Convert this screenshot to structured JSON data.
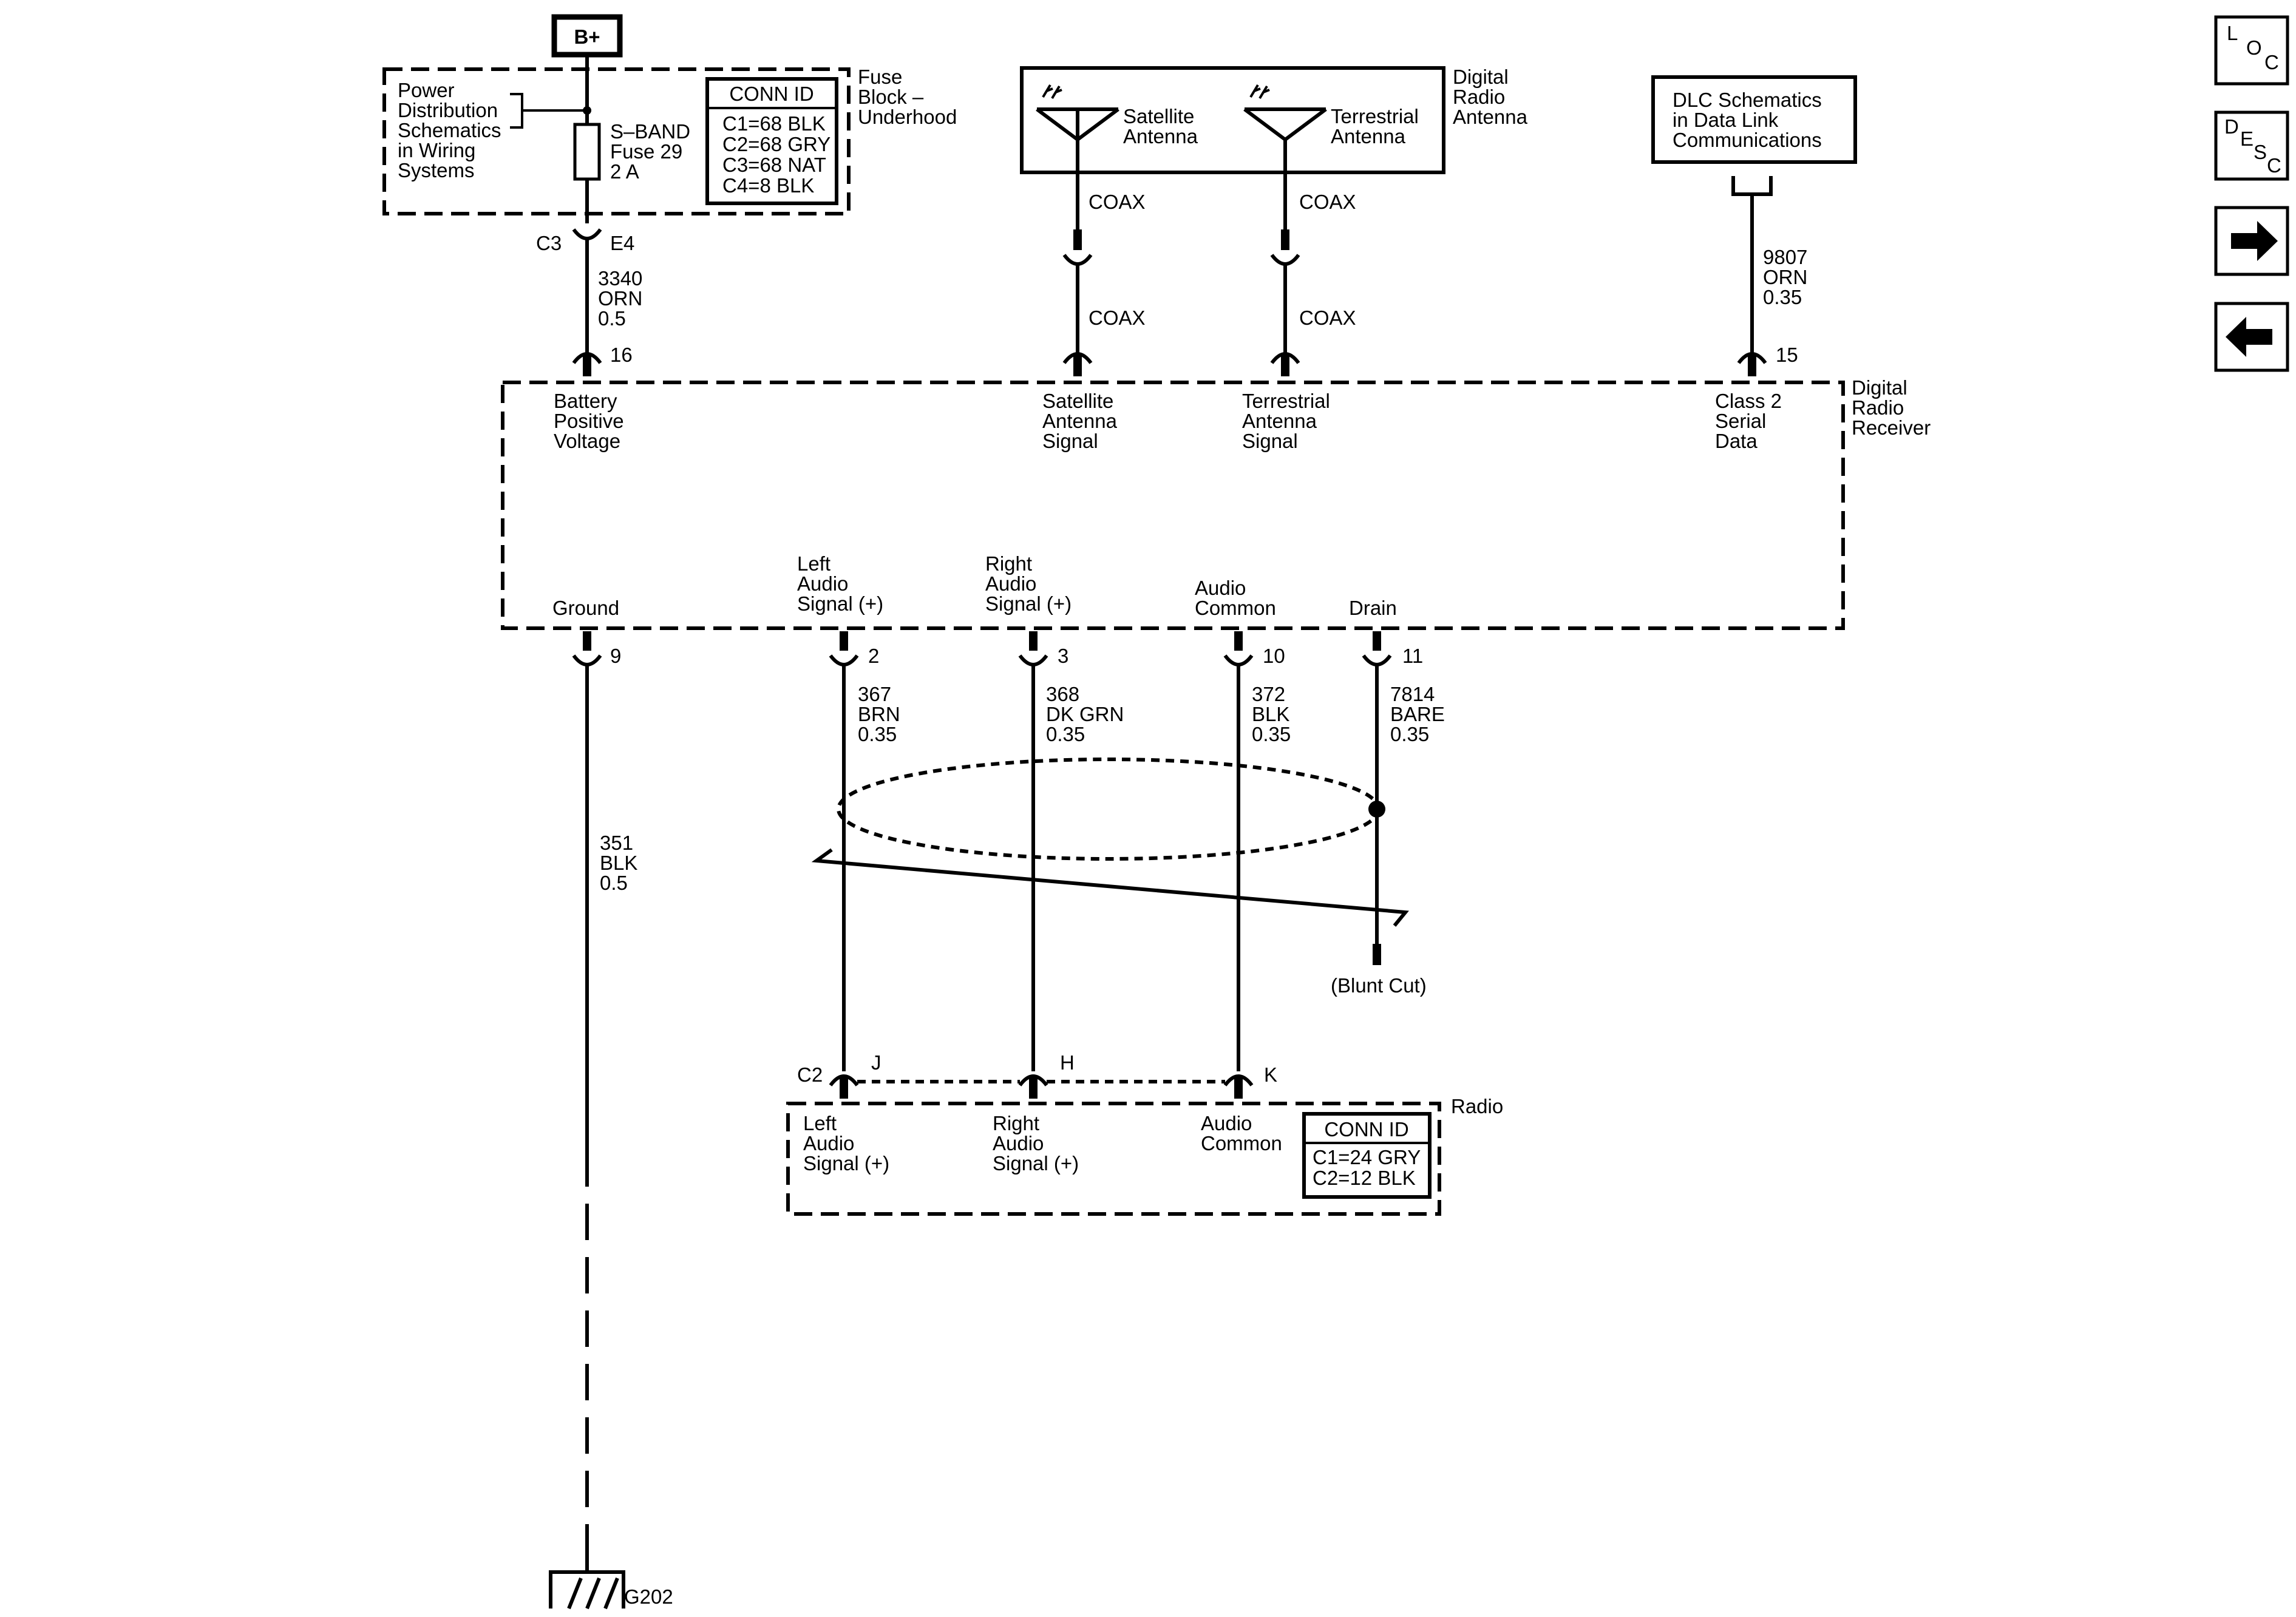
{
  "power": {
    "bplus": "B+",
    "dist_lines": [
      "Power",
      "Distribution",
      "Schematics",
      "in Wiring",
      "Systems"
    ],
    "fuse_lines": [
      "S–BAND",
      "Fuse 29",
      "2 A"
    ],
    "fuse_block_lines": [
      "Fuse",
      "Block –",
      "Underhood"
    ],
    "conn_title": "CONN ID",
    "conn_rows": [
      "C1=68 BLK",
      "C2=68 GRY",
      "C3=68 NAT",
      "C4=8 BLK"
    ],
    "conn_c3": "C3",
    "conn_e4": "E4",
    "wire_lines": [
      "3340",
      "ORN",
      "0.5"
    ]
  },
  "antenna": {
    "label_lines": [
      "Digital",
      "Radio",
      "Antenna"
    ],
    "satellite_lines": [
      "Satellite",
      "Antenna"
    ],
    "terrestrial_lines": [
      "Terrestrial",
      "Antenna"
    ],
    "coax": "COAX"
  },
  "dlc": {
    "box_lines": [
      "DLC Schematics",
      "in Data Link",
      "Communications"
    ],
    "wire_lines": [
      "9807",
      "ORN",
      "0.35"
    ]
  },
  "receiver": {
    "label_lines": [
      "Digital",
      "Radio",
      "Receiver"
    ],
    "pins_top": [
      {
        "num": "16",
        "lines": [
          "Battery",
          "Positive",
          "Voltage"
        ]
      },
      {
        "num": "",
        "lines": [
          "Satellite",
          "Antenna",
          "Signal"
        ]
      },
      {
        "num": "",
        "lines": [
          "Terrestrial",
          "Antenna",
          "Signal"
        ]
      },
      {
        "num": "15",
        "lines": [
          "Class 2",
          "Serial",
          "Data"
        ]
      }
    ],
    "pins_bottom": [
      {
        "num": "9",
        "lines": [
          "Ground"
        ],
        "wire": []
      },
      {
        "num": "2",
        "lines": [
          "Left",
          "Audio",
          "Signal (+)"
        ],
        "wire": [
          "367",
          "BRN",
          "0.35"
        ]
      },
      {
        "num": "3",
        "lines": [
          "Right",
          "Audio",
          "Signal (+)"
        ],
        "wire": [
          "368",
          "DK GRN",
          "0.35"
        ]
      },
      {
        "num": "10",
        "lines": [
          "Audio",
          "Common"
        ],
        "wire": [
          "372",
          "BLK",
          "0.35"
        ]
      },
      {
        "num": "11",
        "lines": [
          "Drain"
        ],
        "wire": [
          "7814",
          "BARE",
          "0.35"
        ]
      }
    ]
  },
  "ground": {
    "wire_lines": [
      "351",
      "BLK",
      "0.5"
    ],
    "label": "G202"
  },
  "blunt_cut": "(Blunt Cut)",
  "radio": {
    "label": "Radio",
    "conn_c2": "C2",
    "pin_letters": [
      "J",
      "H",
      "K"
    ],
    "pins": [
      [
        "Left",
        "Audio",
        "Signal (+)"
      ],
      [
        "Right",
        "Audio",
        "Signal (+)"
      ],
      [
        "Audio",
        "Common"
      ]
    ],
    "conn_title": "CONN ID",
    "conn_rows": [
      "C1=24 GRY",
      "C2=12 BLK"
    ]
  },
  "nav": {
    "loc": [
      "L",
      "O",
      "C"
    ],
    "desc": [
      "D",
      "E",
      "S",
      "C"
    ],
    "forward_icon": "arrow-right-icon",
    "back_icon": "arrow-left-icon"
  }
}
